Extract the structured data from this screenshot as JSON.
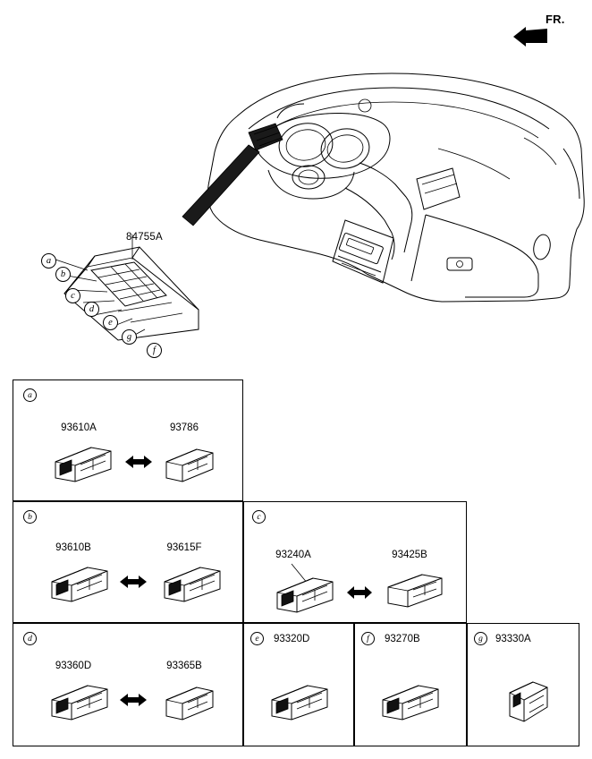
{
  "diagram": {
    "orientation_label": "FR.",
    "panel_part_number": "84755A",
    "callouts": [
      "a",
      "b",
      "c",
      "d",
      "e",
      "f",
      "g"
    ]
  },
  "table": {
    "groups": [
      {
        "letter": "a",
        "items": [
          {
            "part": "93610A"
          },
          {
            "part": "93786"
          }
        ],
        "has_arrow": true
      },
      {
        "letter": "b",
        "items": [
          {
            "part": "93610B"
          },
          {
            "part": "93615F"
          }
        ],
        "has_arrow": true
      },
      {
        "letter": "c",
        "items": [
          {
            "part": "93240A"
          },
          {
            "part": "93425B"
          }
        ],
        "has_arrow": true
      },
      {
        "letter": "d",
        "items": [
          {
            "part": "93360D"
          },
          {
            "part": "93365B"
          }
        ],
        "has_arrow": true
      },
      {
        "letter": "e",
        "items": [
          {
            "part": "93320D"
          }
        ],
        "has_arrow": false
      },
      {
        "letter": "f",
        "items": [
          {
            "part": "93270B"
          }
        ],
        "has_arrow": false
      },
      {
        "letter": "g",
        "items": [
          {
            "part": "93330A"
          }
        ],
        "has_arrow": false
      }
    ]
  }
}
